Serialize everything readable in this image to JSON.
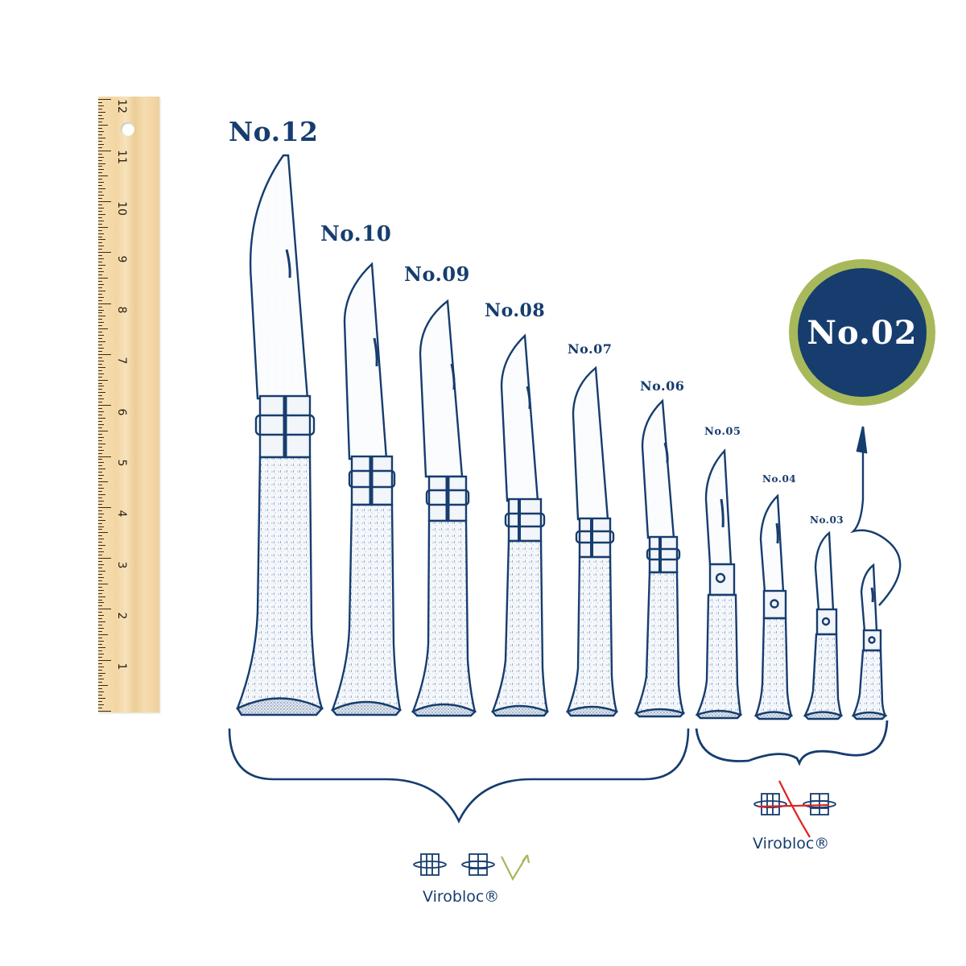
{
  "ruler": {
    "unit": "inches",
    "numbers": [
      "12",
      "11",
      "10",
      "9",
      "8",
      "7",
      "6",
      "5",
      "4",
      "3",
      "2",
      "1"
    ]
  },
  "knives": [
    {
      "label": "No.12",
      "size": 12
    },
    {
      "label": "No.10",
      "size": 10
    },
    {
      "label": "No.09",
      "size": 9
    },
    {
      "label": "No.08",
      "size": 8
    },
    {
      "label": "No.07",
      "size": 7
    },
    {
      "label": "No.06",
      "size": 6
    },
    {
      "label": "No.05",
      "size": 5
    },
    {
      "label": "No.04",
      "size": 4
    },
    {
      "label": "No.03",
      "size": 3
    }
  ],
  "badge": {
    "label": "No.02"
  },
  "groups": {
    "large": {
      "range": "No.06 – No.12",
      "feature": "Virobloc®",
      "status": "check"
    },
    "small": {
      "range": "No.02 – No.05",
      "feature": "Virobloc®",
      "status": "crossed-out"
    }
  },
  "colors": {
    "navy": "#163d6e",
    "green": "#a7b95b",
    "red": "#e02020",
    "ruler_wood": "#f3d6a3"
  }
}
